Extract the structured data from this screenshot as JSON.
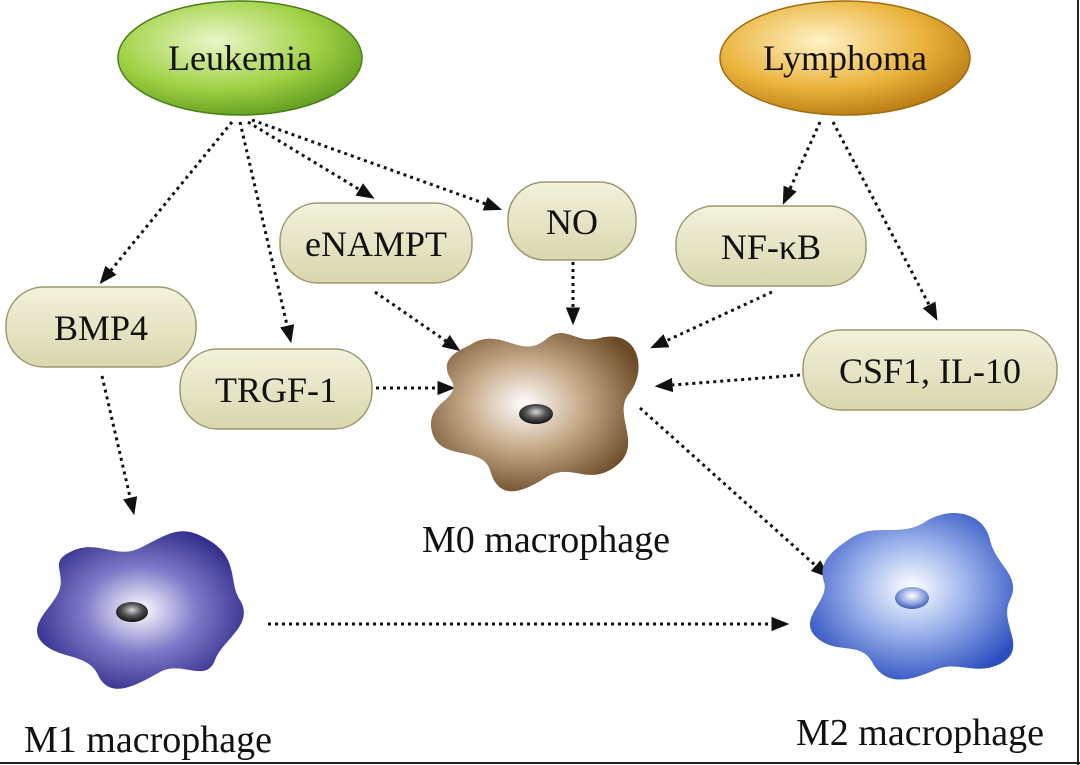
{
  "diagram": {
    "sources": {
      "leukemia": "Leukemia",
      "lymphoma": "Lymphoma"
    },
    "factors": {
      "bmp4": "BMP4",
      "trgf1": "TRGF-1",
      "enampt": "eNAMPT",
      "no": "NO",
      "nfkb": "NF-κB",
      "csf1_il10": "CSF1, IL-10"
    },
    "cells": {
      "m0": "M0 macrophage",
      "m1": "M1 macrophage",
      "m2": "M2 macrophage"
    },
    "colors": {
      "leukemia": "#8fc63a",
      "lymphoma": "#e3a72a",
      "factor_fill": "#e7e6c3",
      "m0": "#8a6a45",
      "m1": "#2e2a8f",
      "m2": "#3557c4"
    }
  }
}
